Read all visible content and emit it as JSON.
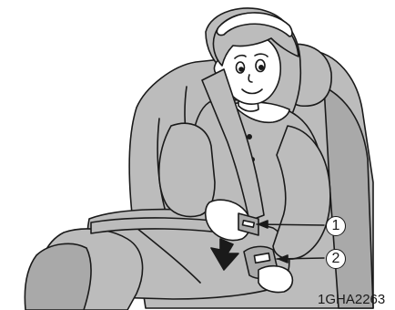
{
  "figure": {
    "callouts": [
      {
        "label": "1",
        "target": "seat-belt-tongue"
      },
      {
        "label": "2",
        "target": "seat-belt-buckle"
      }
    ],
    "figure_code": "1GHA2263",
    "colors": {
      "fill": "#bcbcbc",
      "fill_dark": "#a9a9a9",
      "line": "#1a1a1a",
      "background": "#ffffff"
    }
  }
}
